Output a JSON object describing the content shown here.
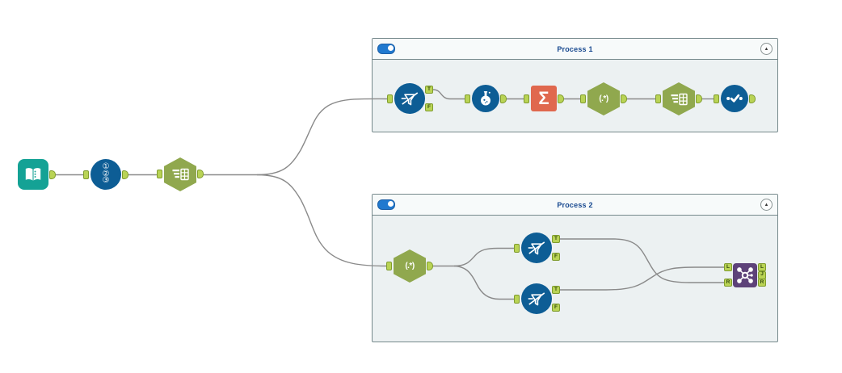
{
  "app": {
    "name": "workflow-canvas"
  },
  "containers": [
    {
      "label": "Process 1",
      "enabled": true
    },
    {
      "label": "Process 2",
      "enabled": true
    }
  ],
  "ports": {
    "T": "T",
    "F": "F",
    "L": "L",
    "J": "J",
    "R": "R"
  },
  "tools": {
    "input_data": {
      "icon": "open-book-icon"
    },
    "record_id": {
      "icon": "record-id-123-icon",
      "digits": [
        "①",
        "②",
        "③"
      ]
    },
    "select": {
      "icon": "select-table-icon"
    },
    "filter": {
      "icon": "filter-funnel-icon"
    },
    "formula": {
      "icon": "formula-flask-icon"
    },
    "summarize": {
      "icon": "summarize-sigma-icon",
      "glyph": "Σ"
    },
    "regex": {
      "icon": "regex-icon",
      "label": "(.*)"
    },
    "unique": {
      "icon": "unique-check-icon"
    },
    "join": {
      "icon": "join-network-icon"
    }
  },
  "colors": {
    "tool_blue": "#0d5d95",
    "tool_teal": "#14a295",
    "tool_olive": "#90a84e",
    "tool_salmon": "#e0684e",
    "tool_purple": "#5d4279",
    "port_green": "#b9d355",
    "port_border": "#7f9c2d",
    "container_body": "#ecf1f2",
    "container_header": "#f7fafa",
    "container_border": "#76898c",
    "title_blue": "#17488f",
    "toggle_blue": "#2079cf",
    "wire_gray": "#8a8a8a",
    "canvas_bg": "#ffffff"
  }
}
